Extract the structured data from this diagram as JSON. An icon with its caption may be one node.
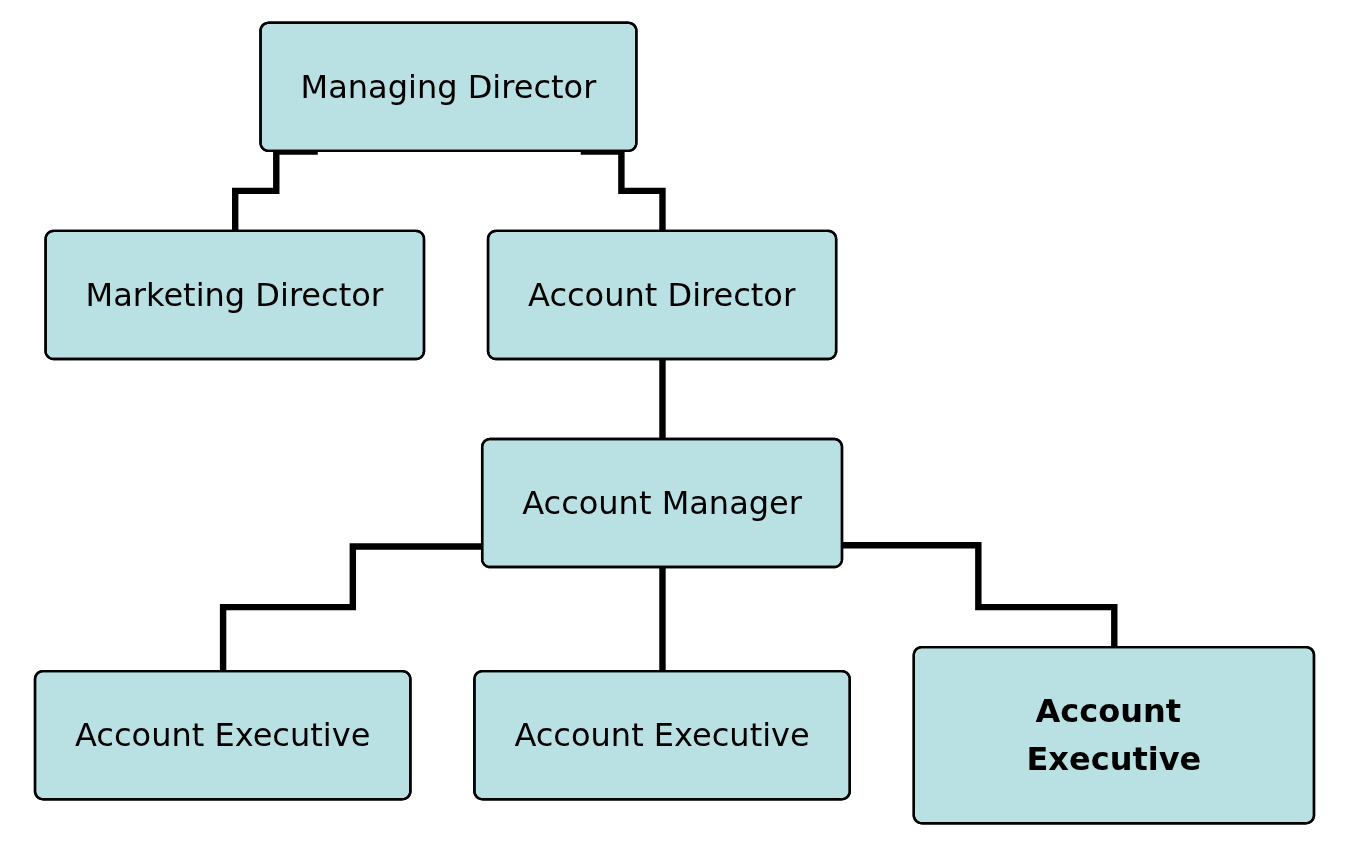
{
  "diagram": {
    "nodes": [
      {
        "text": [
          "Managing Director"
        ]
      },
      {
        "text": [
          "Marketing Director"
        ]
      },
      {
        "text": [
          "Account Director"
        ]
      },
      {
        "text": [
          "Account Manager"
        ]
      },
      {
        "text": [
          "Account Executive"
        ]
      },
      {
        "text": [
          "Account Executive"
        ]
      },
      {
        "text": [
          "Account Executive"
        ]
      }
    ],
    "edges": [
      {
        "from": 0,
        "to": 1,
        "arrow": "none"
      },
      {
        "from": 0,
        "to": 2,
        "arrow": "none"
      },
      {
        "from": 2,
        "to": 3,
        "arrow": "none"
      },
      {
        "from": 3,
        "to": 4,
        "arrow": "none"
      },
      {
        "from": 3,
        "to": 5,
        "arrow": "none"
      },
      {
        "from": 3,
        "to": 6,
        "arrow": "none"
      }
    ]
  }
}
